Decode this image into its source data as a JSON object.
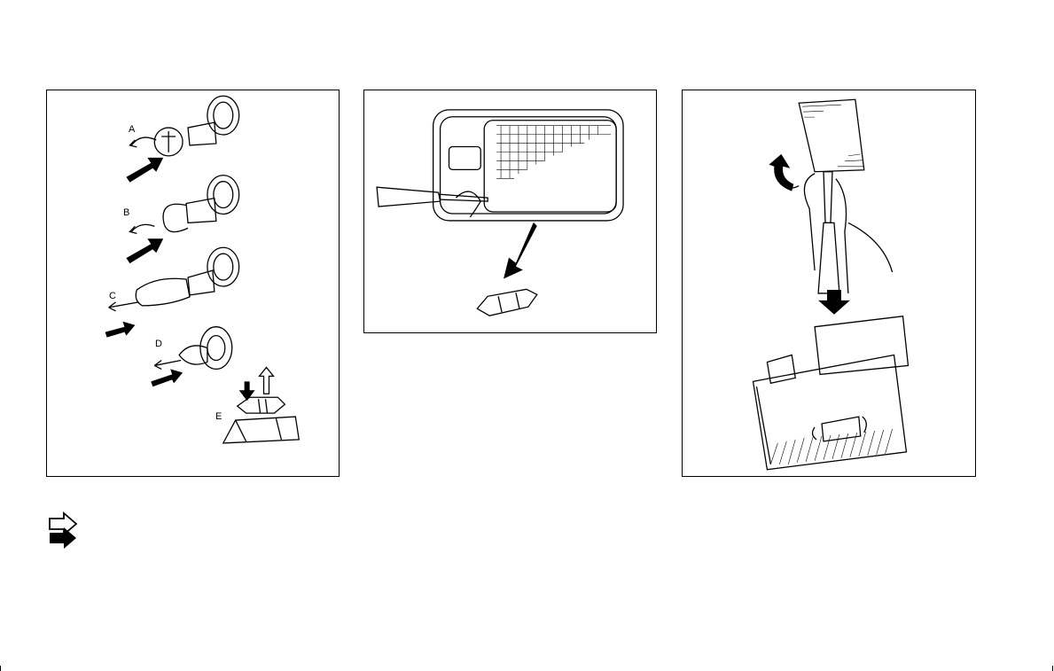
{
  "panel1": {
    "label_a": "A",
    "label_b": "B",
    "label_c": "C",
    "label_d": "D",
    "label_e": "E"
  },
  "legend": {
    "outline_arrow_icon": "outline-arrow-icon",
    "solid_arrow_icon": "solid-arrow-icon"
  }
}
